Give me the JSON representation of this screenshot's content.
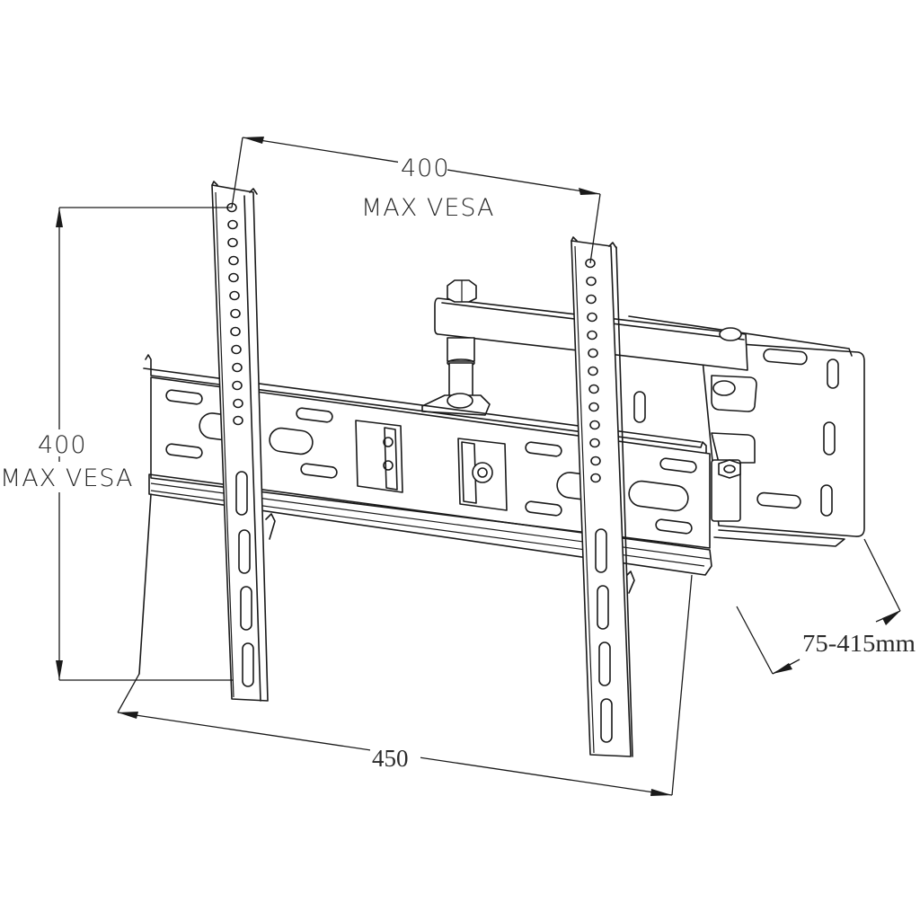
{
  "diagram": {
    "subject": "Full-motion TV wall mount bracket",
    "style": "technical line drawing",
    "colors": {
      "line": "#1a1a1a",
      "background": "#ffffff",
      "text": "#2a2a2a"
    }
  },
  "dimensions": {
    "top_width": {
      "value": "400",
      "caption": "MAX VESA"
    },
    "left_height": {
      "value": "400",
      "caption": "MAX VESA"
    },
    "bottom_width": {
      "value": "450"
    },
    "extension": {
      "value": "75-415mm"
    }
  },
  "parts": {
    "left_vertical_arm": {
      "round_holes": 13,
      "slots": 4
    },
    "right_vertical_arm": {
      "round_holes": 13,
      "slots": 4
    },
    "horizontal_rail": "main TV plate with slotted holes",
    "swing_arm": "articulating arm with pivot bolt",
    "wall_plate": "rear wall plate with vertical slots"
  }
}
